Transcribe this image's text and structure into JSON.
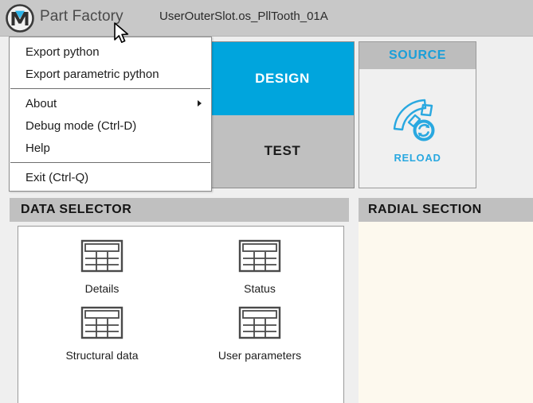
{
  "titlebar": {
    "logo_icon": "part-factory-logo-icon",
    "app_name": "Part Factory",
    "document_name": "UserOuterSlot.os_PllTooth_01A"
  },
  "menu": {
    "items": [
      {
        "label": "Export python",
        "has_submenu": false,
        "separator_after": false
      },
      {
        "label": "Export parametric python",
        "has_submenu": false,
        "separator_after": true
      },
      {
        "label": "About",
        "has_submenu": true,
        "separator_after": false
      },
      {
        "label": "Debug mode (Ctrl-D)",
        "has_submenu": false,
        "separator_after": false
      },
      {
        "label": "Help",
        "has_submenu": false,
        "separator_after": true
      },
      {
        "label": "Exit (Ctrl-Q)",
        "has_submenu": false,
        "separator_after": false
      }
    ]
  },
  "tabs": [
    {
      "label": "DESIGN",
      "active": true
    },
    {
      "label": "TEST",
      "active": false
    }
  ],
  "source_panel": {
    "title": "SOURCE",
    "reload_label": "RELOAD",
    "reload_icon": "gear-arc-refresh-icon"
  },
  "data_selector": {
    "title": "DATA SELECTOR",
    "items": [
      {
        "label": "Details",
        "icon": "table-icon"
      },
      {
        "label": "Status",
        "icon": "table-icon"
      },
      {
        "label": "Structural data",
        "icon": "table-icon"
      },
      {
        "label": "User parameters",
        "icon": "table-icon"
      }
    ]
  },
  "radial_section": {
    "title": "RADIAL SECTION"
  },
  "cursor": {
    "icon": "arrow-pointer-icon"
  },
  "colors": {
    "accent": "#00a5dd",
    "accent_text": "#29a8e0",
    "titlebar_bg": "#c8c8c8",
    "panel_head_bg": "#c0c0c0",
    "app_bg": "#efefef",
    "radial_bg": "#fdf9ee",
    "menu_bg": "#ffffff"
  }
}
